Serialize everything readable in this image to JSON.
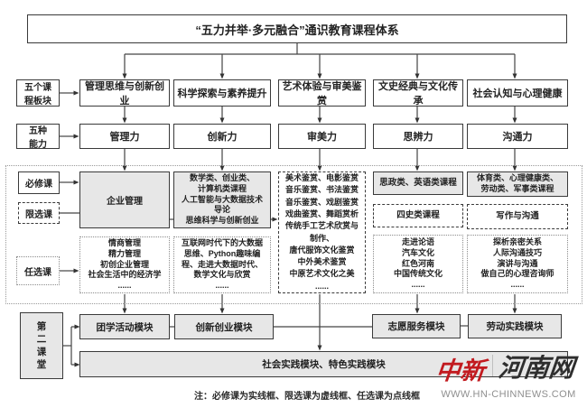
{
  "title": "“五力并举·多元融合”通识教育课程体系",
  "side_labels": {
    "plates": "五个课\n程板块",
    "abilities": "五种\n能力",
    "required": "必修课",
    "limited": "限选课",
    "elective": "任选课",
    "second_class": "第\n二\n课\n堂"
  },
  "columns": [
    {
      "plate": "管理思维与创新创业",
      "ability": "管理力",
      "required": "企业管理",
      "elective": "情商管理\n精力管理\n初创企业管理\n社会生活中的经济学\n......"
    },
    {
      "plate": "科学探索与素养提升",
      "ability": "创新力",
      "required": "数学类、创业类、\n计算机类课程\n人工智能与大数据技术\n导论\n思维科学与创新创业",
      "elective": "互联网时代下的大数据\n思维、Python趣味编\n程、走进大数据时代、\n数学文化与欣赏\n......"
    },
    {
      "plate": "艺术体验与审美鉴赏",
      "ability": "审美力",
      "limited": "美术鉴赏、电影鉴赏\n音乐鉴赏、书法鉴赏\n音乐鉴赏、戏剧鉴赏\n戏曲鉴赏、舞蹈赏析\n传统手工艺术欣赏与\n制作、\n唐代服饰文化鉴赏\n中外美术鉴赏\n中原艺术文化之美\n......"
    },
    {
      "plate": "文史经典与文化传承",
      "ability": "思辨力",
      "required": "思政类、英语类课程",
      "limited": "四史类课程",
      "elective": "走进论语\n汽车文化\n红色河南\n中国传统文化\n......"
    },
    {
      "plate": "社会认知与心理健康",
      "ability": "沟通力",
      "required": "体育类、心理健康类、\n劳动类、军事类课程",
      "limited": "写作与沟通",
      "elective": "探析亲密关系\n人际沟通技巧\n演讲与沟通\n做自己的心理咨询师\n......"
    }
  ],
  "second_classroom": {
    "modules": [
      "团学活动模块",
      "创新创业模块",
      "志愿服务模块",
      "劳动实践模块"
    ],
    "wide_module": "社会实践模块、特色实践模块"
  },
  "note": "注：必修课为实线框、限选课为虚线框、任选课为点线框",
  "watermark": {
    "brand_left": "中新",
    "brand_right": "河南网",
    "url": "WWW.HN-CHINNEWS.COM"
  },
  "colors": {
    "border": "#3a3a3a",
    "box_fill_gray": "#e7e7e7",
    "dotted_border": "#8c8c8c",
    "watermark_red": "#c21a1f"
  }
}
